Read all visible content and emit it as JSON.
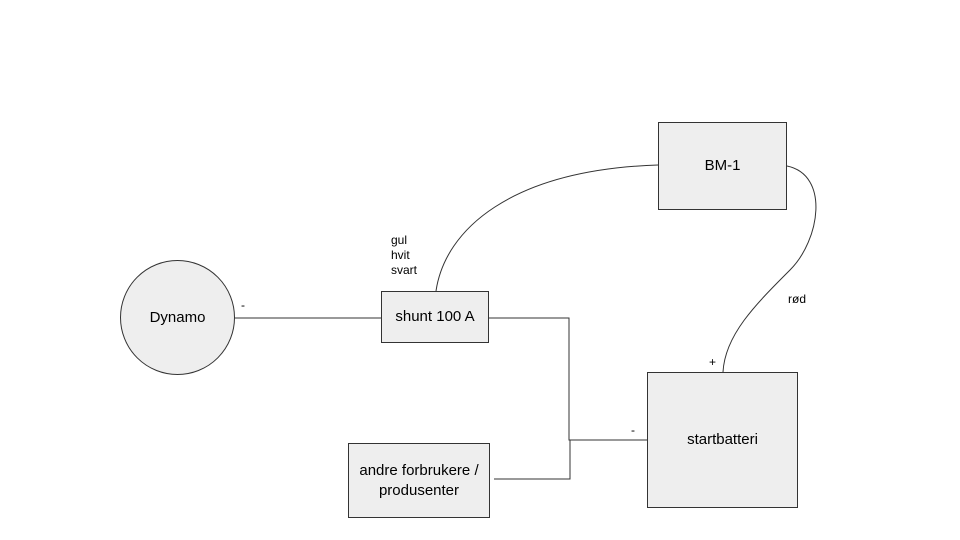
{
  "nodes": {
    "dynamo": "Dynamo",
    "shunt": "shunt 100 A",
    "bm1": "BM-1",
    "startbatteri": "startbatteri",
    "andre": "andre forbrukere /\nprodusenter"
  },
  "labels": {
    "dynamo_minus": "-",
    "battery_minus": "-",
    "battery_plus": "+",
    "rod": "rød",
    "wire_gul": "gul",
    "wire_hvit": "hvit",
    "wire_svart": "svart"
  }
}
